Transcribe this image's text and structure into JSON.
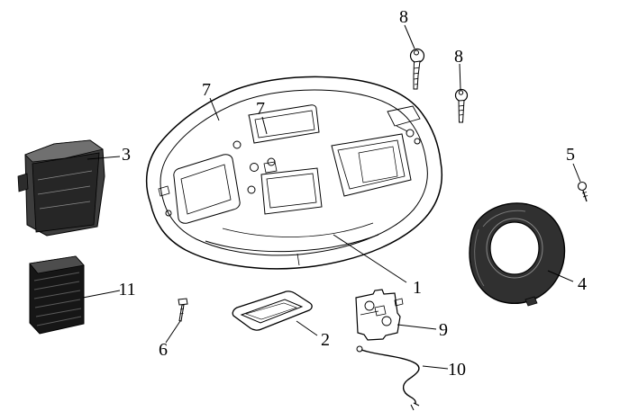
{
  "diagram": {
    "type": "exploded-parts-diagram",
    "background_color": "#ffffff",
    "line_color": "#000000",
    "dark_part_color": "#303030",
    "black_part_color": "#161616",
    "callouts": [
      {
        "number": "1",
        "part": "main-storage-compartment"
      },
      {
        "number": "2",
        "part": "gasket-plate"
      },
      {
        "number": "3",
        "part": "dark-bracket-left"
      },
      {
        "number": "4",
        "part": "round-cover"
      },
      {
        "number": "5",
        "part": "small-screw"
      },
      {
        "number": "6",
        "part": "small-bolt"
      },
      {
        "number": "7",
        "part": "rim-edge-outer"
      },
      {
        "number": "7",
        "part": "rim-edge-inner"
      },
      {
        "number": "8",
        "part": "key-screw-upper"
      },
      {
        "number": "8",
        "part": "key-screw-lower"
      },
      {
        "number": "9",
        "part": "mounting-bracket"
      },
      {
        "number": "10",
        "part": "cable"
      },
      {
        "number": "11",
        "part": "black-box"
      }
    ]
  }
}
